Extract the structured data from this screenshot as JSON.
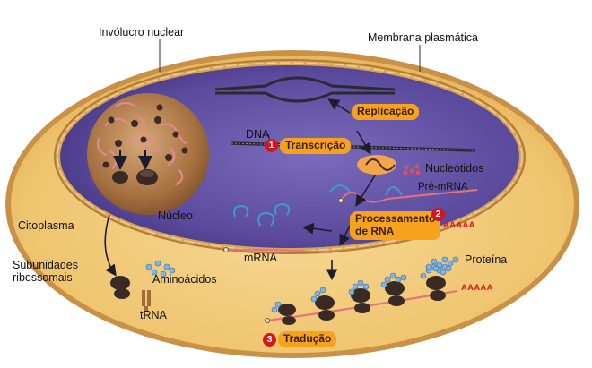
{
  "labels": {
    "involucro": "Invólucro nuclear",
    "membrana": "Membrana plasmática",
    "dna": "DNA",
    "nucleotidos": "Nucleótidos",
    "pre_mrna": "Pré-mRNA",
    "nucleo": "Núcleo",
    "citoplasma": "Citoplasma",
    "mrna": "mRNA",
    "subunidades_1": "Subunidades",
    "subunidades_2": "ribossomais",
    "aminoacidos": "Aminoácidos",
    "trna": "tRNA",
    "proteina": "Proteína"
  },
  "steps": {
    "replicacao": "Replicação",
    "transcricao": "Transcrição",
    "processamento_1": "Processamento",
    "processamento_2": "de RNA",
    "traducao": "Tradução"
  },
  "badges": {
    "one": "1",
    "two": "2",
    "three": "3"
  },
  "polya": {
    "nuclear": "AAAAA",
    "cytoplasm": "AAAAA"
  },
  "colors": {
    "cytoplasm": "#f1c873",
    "nucleus": "#5d4a9e",
    "membrane": "#c9954a",
    "pill": "#f6a21c",
    "badge": "#d8141b",
    "rna": "#e3747c"
  }
}
